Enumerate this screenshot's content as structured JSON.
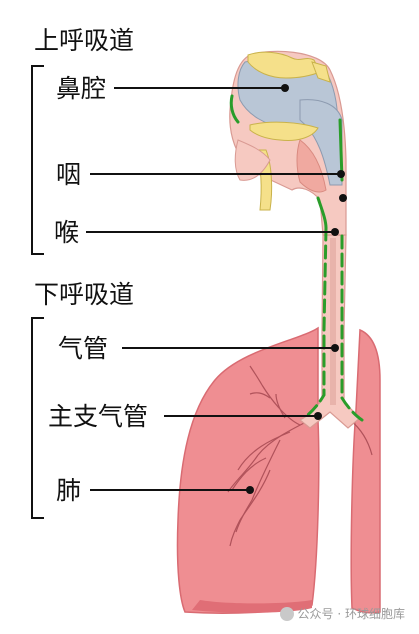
{
  "groups": {
    "upper": "上呼吸道",
    "lower": "下呼吸道"
  },
  "labels": {
    "nasal_cavity": "鼻腔",
    "pharynx": "咽",
    "larynx": "喉",
    "trachea": "气管",
    "main_bronchus": "主支气管",
    "lung": "肺"
  },
  "watermark": "公众号 · 环球细胞库",
  "colors": {
    "lung": "#ef8e92",
    "lung_dark": "#e56f76",
    "airway_gray": "#b9c6d6",
    "bone_yellow": "#f5e08a",
    "tissue_pink": "#f6c9c1",
    "highlight_green": "#2a9d2a",
    "line": "#111111"
  }
}
